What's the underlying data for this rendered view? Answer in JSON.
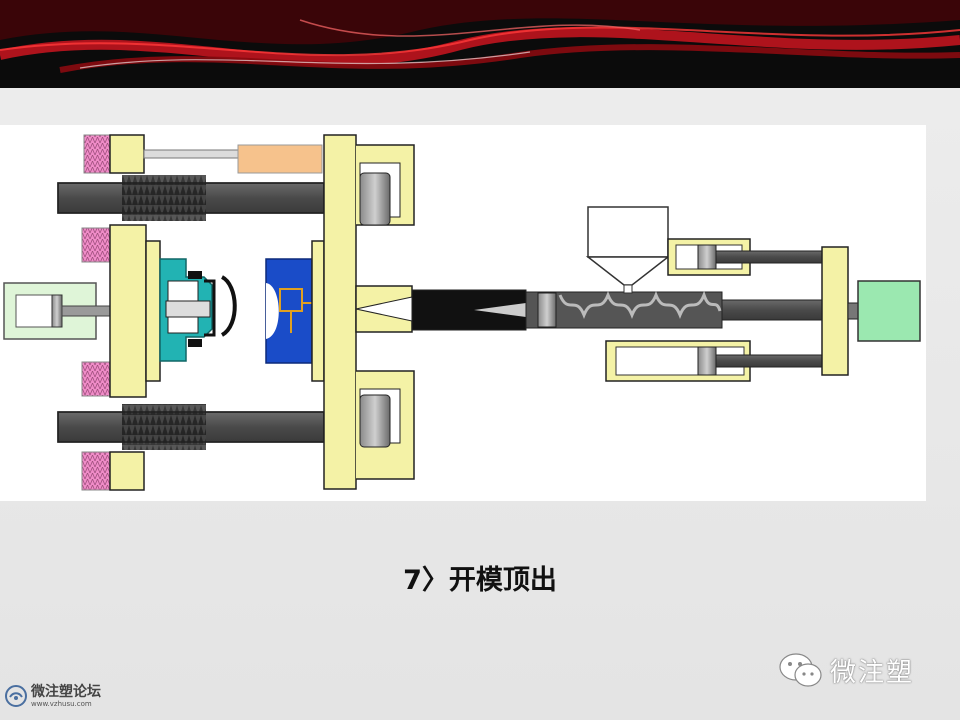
{
  "caption": "7〉开模顶出",
  "watermark_wechat": "微注塑",
  "watermark_forum": {
    "name": "微注塑论坛",
    "url": "www.vzhusu.com"
  },
  "colors": {
    "platen": "#f4f2a6",
    "platen_stroke": "#222222",
    "rod": "#5a5a5a",
    "pink_nut": "#f08cc8",
    "orange_cylinder": "#f6c28c",
    "teal_mold": "#22b3b3",
    "blue_mold": "#1a4cc8",
    "motor": "#9be8b0",
    "eject_cylinder": "#dff5d8",
    "banner_red": "#b0101a"
  }
}
